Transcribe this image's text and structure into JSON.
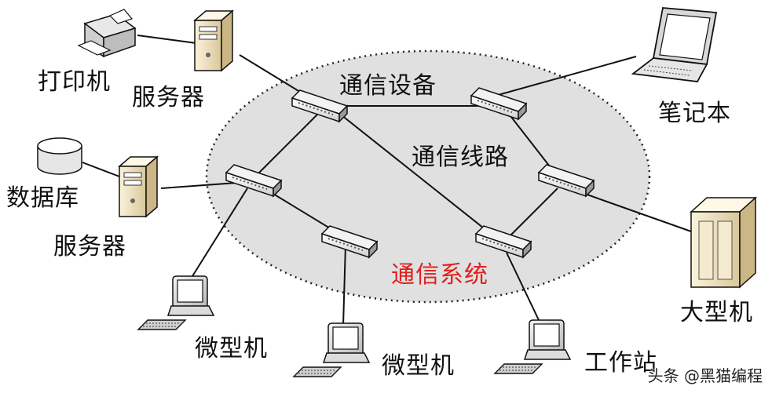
{
  "labels": {
    "printer": "打印机",
    "server_top": "服务器",
    "database": "数据库",
    "server_left": "服务器",
    "comm_device": "通信设备",
    "comm_line": "通信线路",
    "comm_system": "通信系统",
    "laptop": "笔记本",
    "mainframe": "大型机",
    "micro1": "微型机",
    "micro2": "微型机",
    "workstation": "工作站"
  },
  "watermark": "头条 @黑猫编程",
  "colors": {
    "network_fill": "#e0e0e0",
    "accent_label": "#e02020",
    "line": "#111111"
  }
}
